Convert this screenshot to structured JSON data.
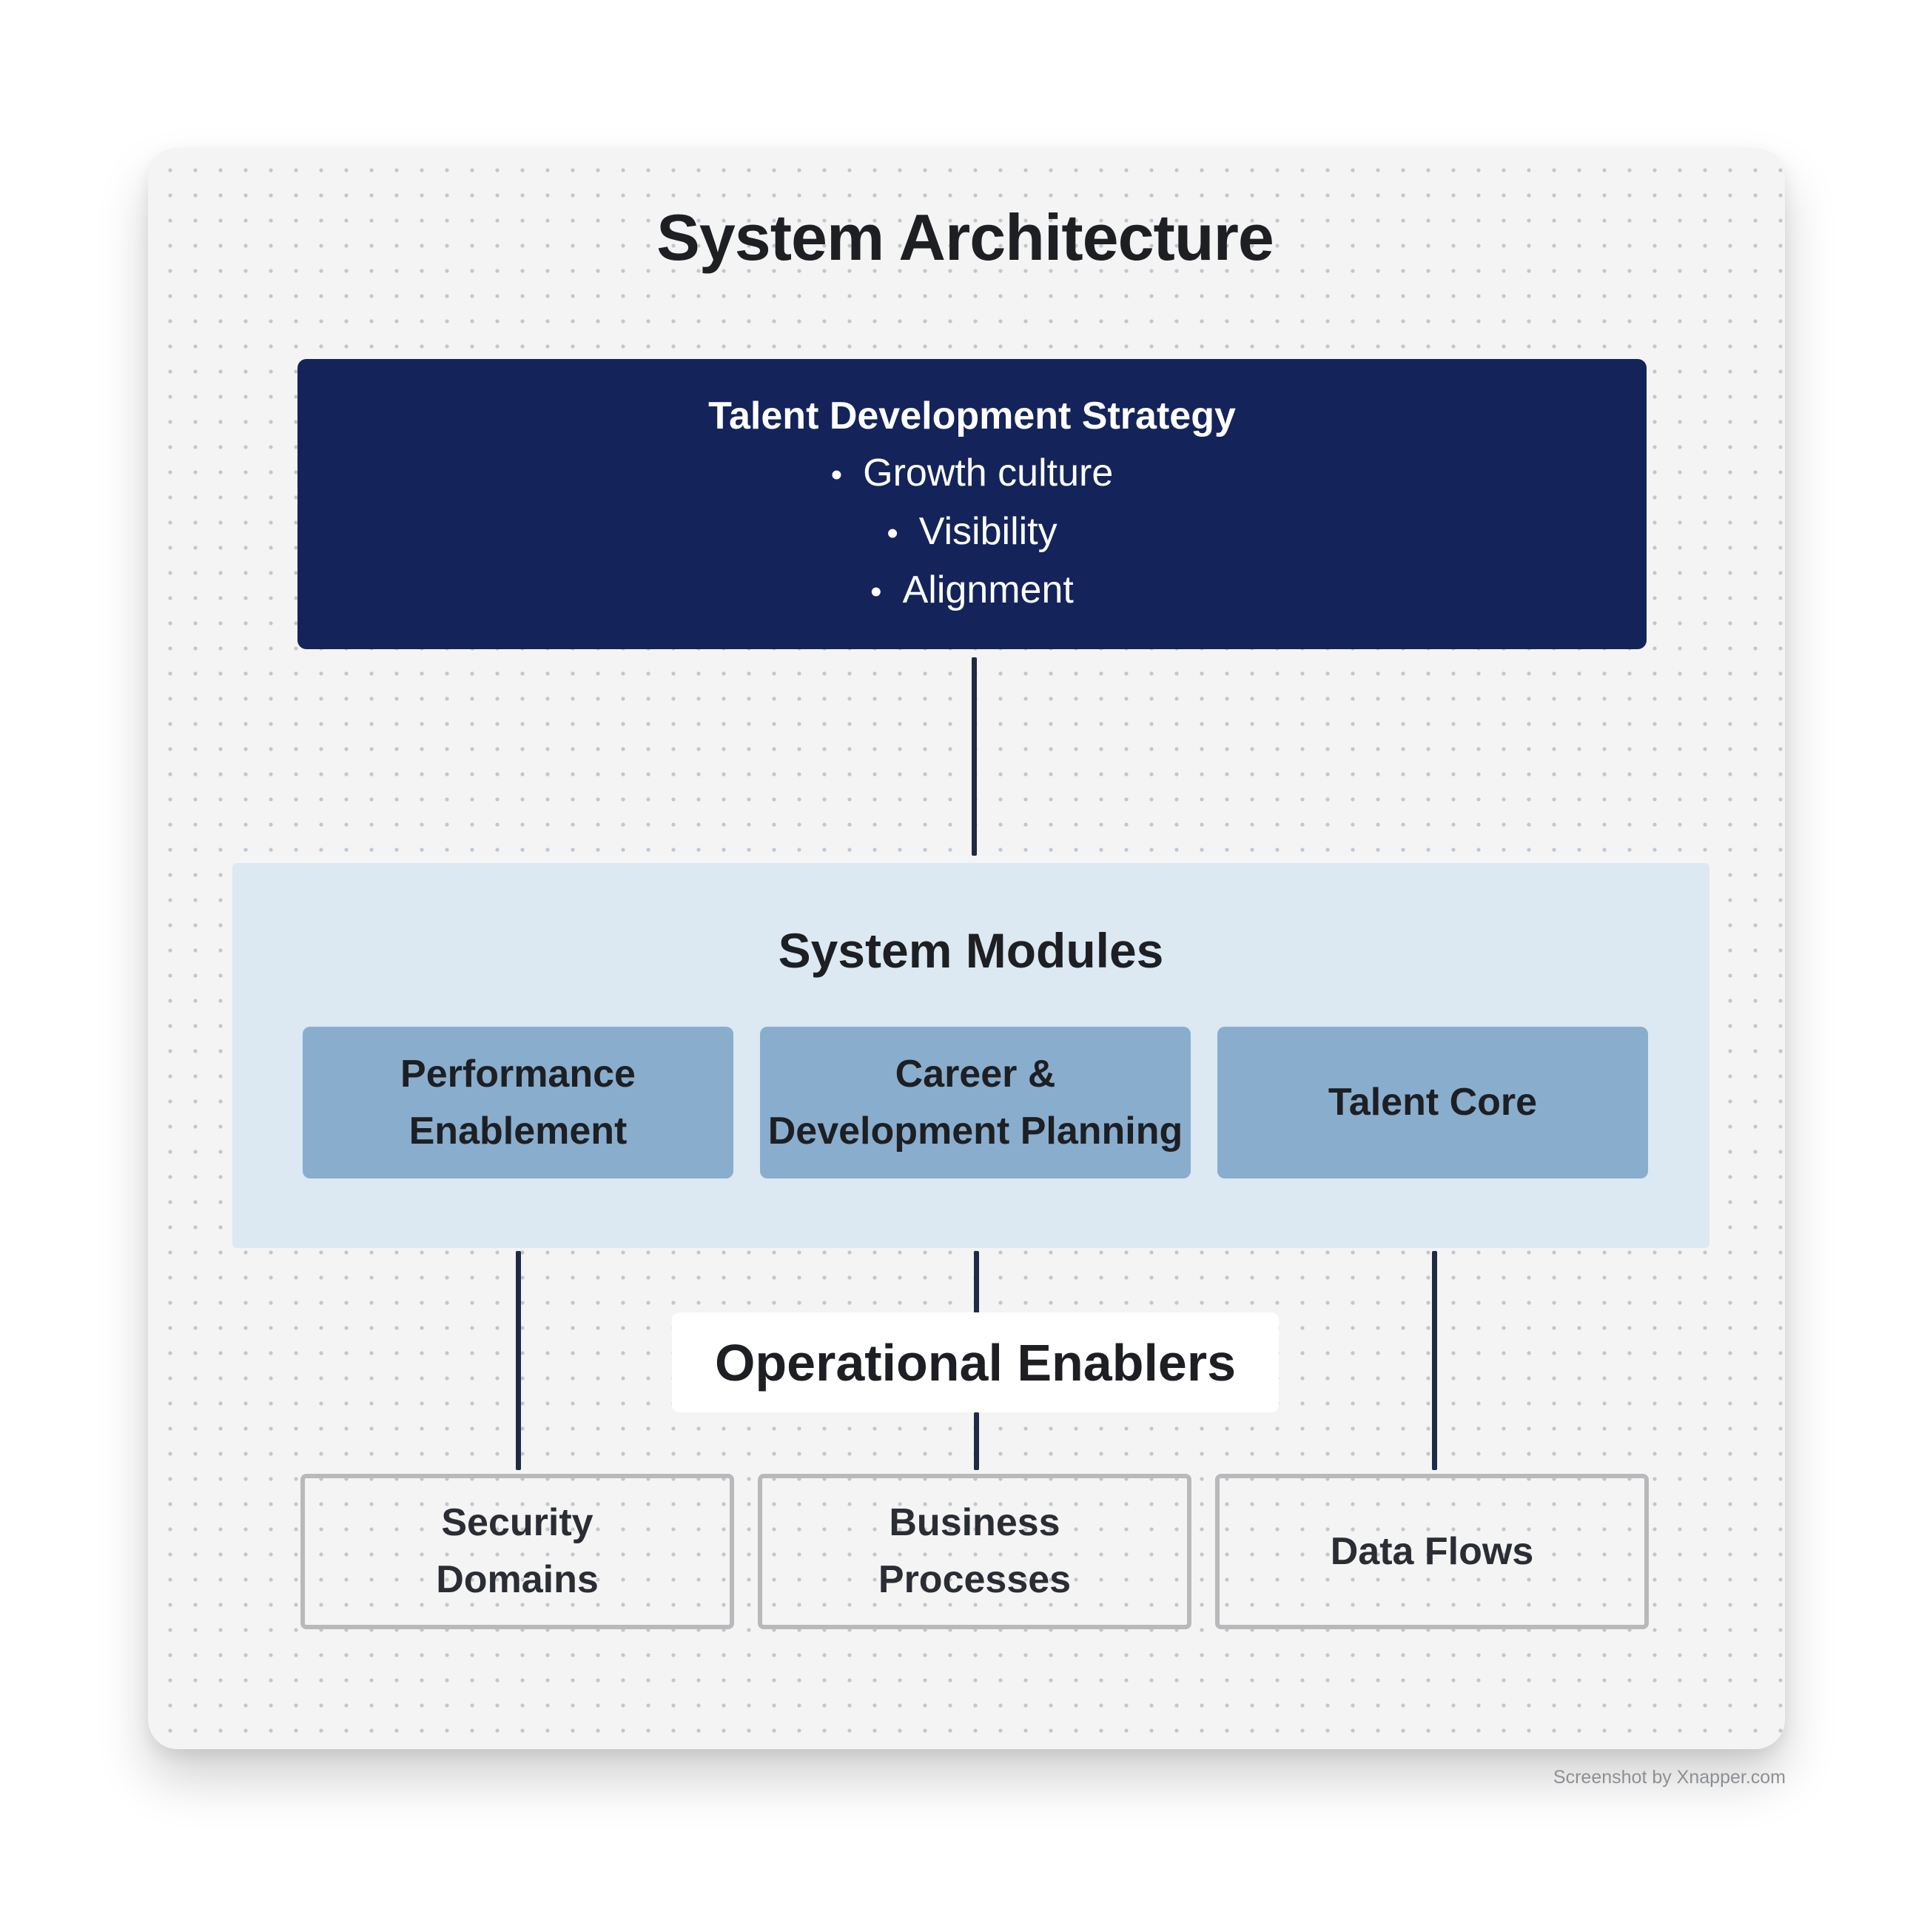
{
  "diagram": {
    "title": "System Architecture",
    "strategy": {
      "title": "Talent Development Strategy",
      "bullets": [
        "Growth culture",
        "Visibility",
        "Alignment"
      ]
    },
    "modules": {
      "title": "System Modules",
      "items": [
        {
          "line1": "Performance",
          "line2": "Enablement"
        },
        {
          "line1": "Career &",
          "line2": "Development Planning"
        },
        {
          "line1": "Talent Core",
          "line2": ""
        }
      ]
    },
    "enablers": {
      "title": "Operational Enablers",
      "items": [
        {
          "line1": "Security",
          "line2": "Domains"
        },
        {
          "line1": "Business",
          "line2": "Processes"
        },
        {
          "line1": "Data Flows",
          "line2": ""
        }
      ]
    }
  },
  "colors": {
    "strategy_bg": "#14245a",
    "modules_bg": "#dce8f2",
    "module_box": "#89adcd",
    "connector": "#1f2a44"
  },
  "credit": "Screenshot by Xnapper.com"
}
